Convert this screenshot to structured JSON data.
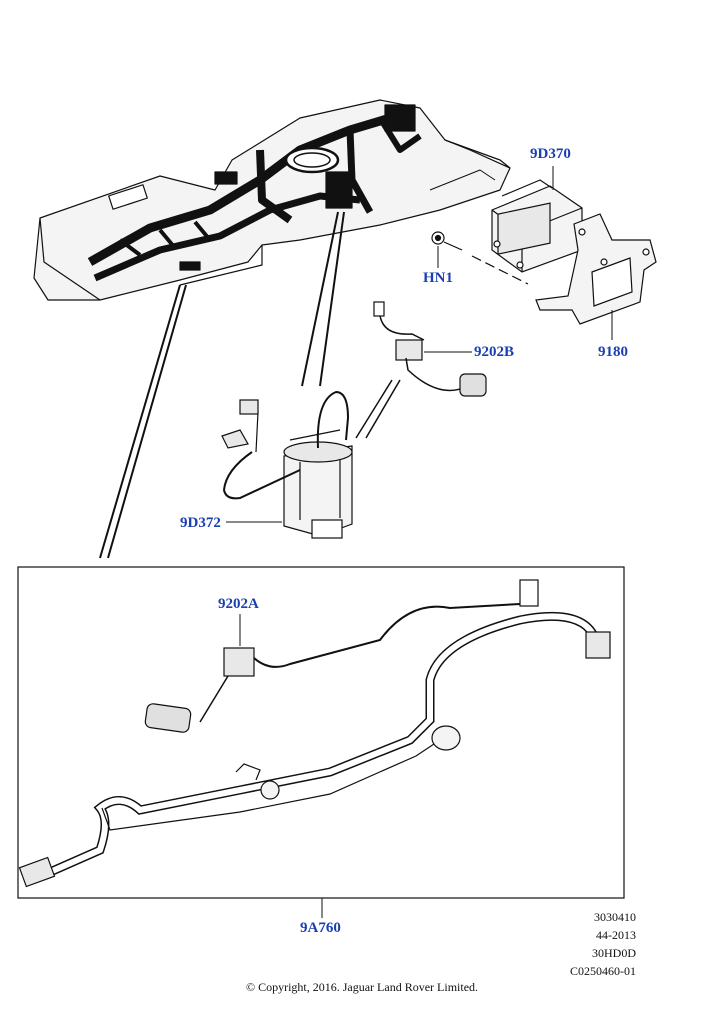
{
  "callouts": {
    "p9D370": "9D370",
    "pHN1": "HN1",
    "p9180": "9180",
    "p9202B": "9202B",
    "p9D372": "9D372",
    "p9202A": "9202A",
    "p9A760": "9A760"
  },
  "meta": {
    "line1": "3030410",
    "line2": "44-2013",
    "line3": "30HD0D",
    "line4": "C0250460-01"
  },
  "copyright": "© Copyright, 2016. Jaguar Land Rover Limited.",
  "colors": {
    "callout": "#1a3fb3",
    "ink": "#111111",
    "fill_light": "#f2f2f2",
    "fill_dark": "#1a1a1a"
  },
  "icons": [
    "fuel-tank-icon",
    "control-module-icon",
    "mounting-bracket-icon",
    "fuel-pump-icon",
    "level-sender-icon",
    "wiring-harness-icon"
  ]
}
